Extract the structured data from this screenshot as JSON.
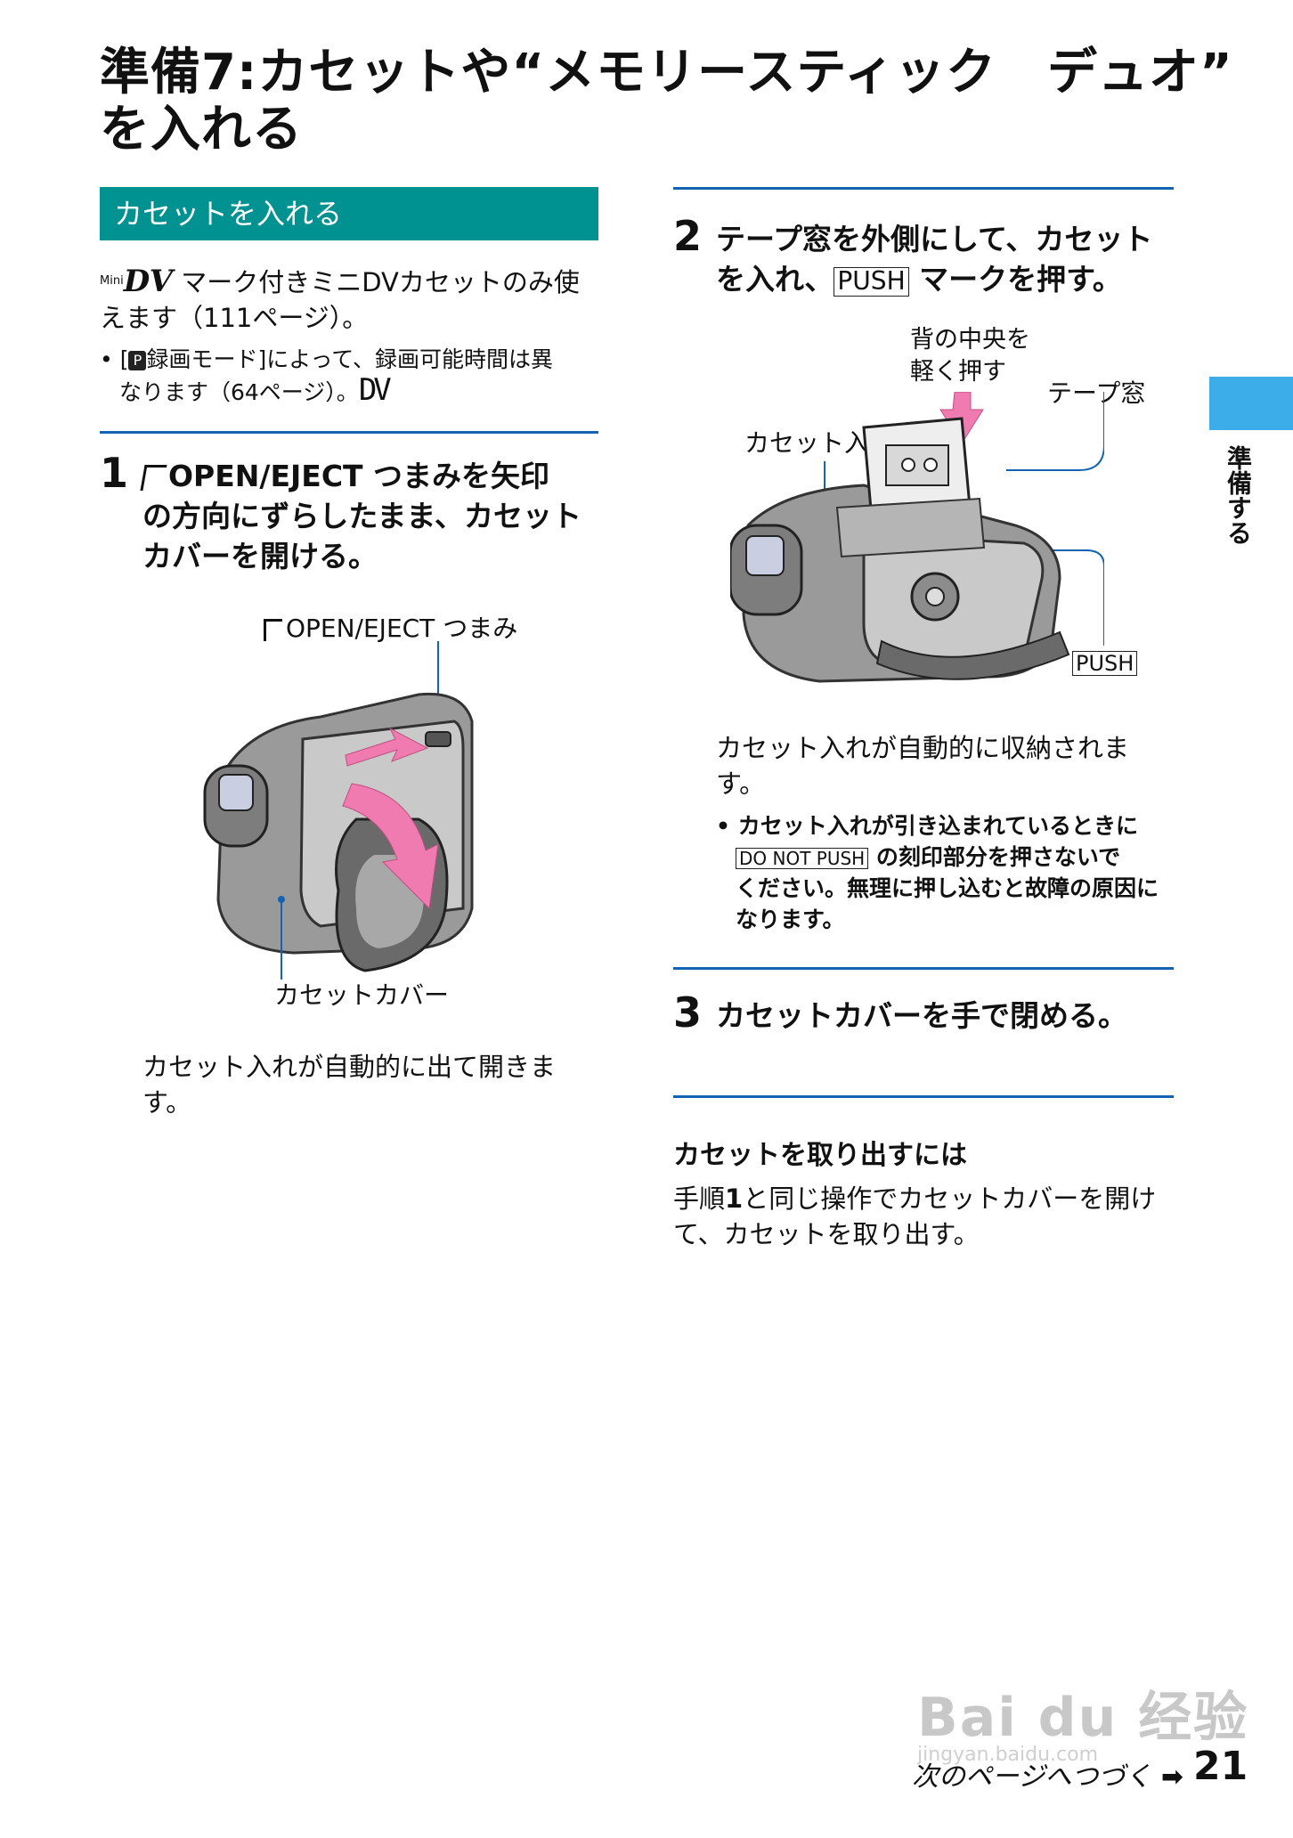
{
  "title": {
    "line1": "準備7:カセットや“メモリースティック　デュオ”",
    "line2": "を入れる"
  },
  "section": {
    "header": "カセットを入れる"
  },
  "intro": {
    "logo_small": "Mini",
    "logo_main": "DV",
    "text1": "マーク付きミニDVカセットのみ使",
    "text2": "えます（111ページ）。",
    "bullet_line1": "[",
    "bullet_line1b": "録画モード]によって、録画可能時間は異",
    "bullet_line2": "なります（64ページ）。",
    "bullet_dv": "DV"
  },
  "step1": {
    "number": "1",
    "line1": "OPEN/EJECT つまみを矢印",
    "line2": "の方向にずらしたまま、カセット",
    "line3": "カバーを開ける。",
    "callout_knob": "OPEN/EJECT つまみ",
    "callout_cover": "カセットカバー",
    "result_line1": "カセット入れが自動的に出て開きま",
    "result_line2": "す。"
  },
  "step2": {
    "number": "2",
    "line1": "テープ窓を外側にして、カセット",
    "line2a": "を入れ、",
    "line2_push": "PUSH",
    "line2b": " マークを押す。",
    "callout_back1": "背の中央を",
    "callout_back2": "軽く押す",
    "callout_window": "テープ窓",
    "callout_holder": "カセット入れ",
    "callout_push": "PUSH",
    "result_line1": "カセット入れが自動的に収納されま",
    "result_line2": "す。",
    "note_line1": "カセット入れが引き込まれているときに",
    "note_boxed": "DO NOT PUSH",
    "note_line2b": " の刻印部分を押さないで",
    "note_line3": "ください。無理に押し込むと故障の原因に",
    "note_line4": "なります。"
  },
  "step3": {
    "number": "3",
    "text": "カセットカバーを手で閉める。"
  },
  "remove": {
    "heading": "カセットを取り出すには",
    "line1a": "手順",
    "line1_num": "1",
    "line1b": "と同じ操作でカセットカバーを開け",
    "line2": "て、カセットを取り出す。"
  },
  "side_tab": {
    "label": "準備する"
  },
  "footer": {
    "next": "次のページへつづく",
    "page": "21",
    "watermark": "Bai du 经验",
    "watermark_url": "jingyan.baidu.com"
  },
  "colors": {
    "teal": "#009191",
    "rule_blue": "#1464b4",
    "tab_blue": "#3dadea",
    "arrow_pink": "#f07bb0"
  }
}
